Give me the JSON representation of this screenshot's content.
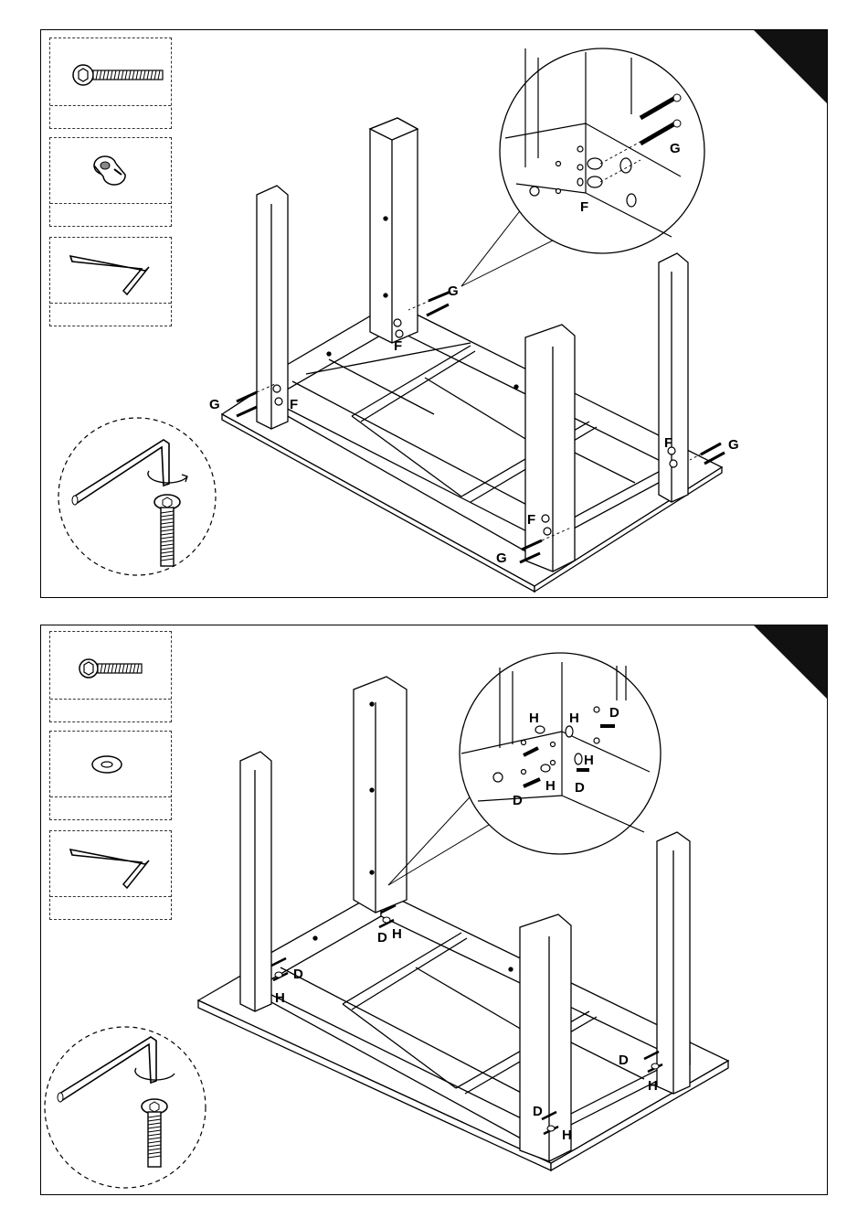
{
  "steps": [
    {
      "parts": [
        {
          "icon": "hex-bolt-icon",
          "quantity": ""
        },
        {
          "icon": "barrel-nut-icon",
          "quantity": ""
        },
        {
          "icon": "allen-key-icon",
          "quantity": ""
        }
      ],
      "labels": {
        "g": "G",
        "f": "F"
      }
    },
    {
      "parts": [
        {
          "icon": "hex-bolt-icon",
          "quantity": ""
        },
        {
          "icon": "washer-icon",
          "quantity": ""
        },
        {
          "icon": "allen-key-icon",
          "quantity": ""
        }
      ],
      "labels": {
        "h": "H",
        "d": "D"
      }
    }
  ],
  "colors": {
    "line": "#000000",
    "background": "#ffffff",
    "corner": "#111111"
  }
}
